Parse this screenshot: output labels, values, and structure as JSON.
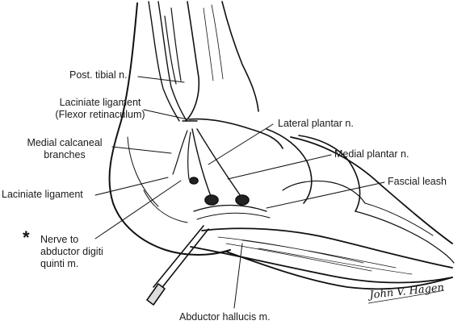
{
  "labels": {
    "post_tibial_n": "Post. tibial n.",
    "laciniate_ligament_1": "Laciniate ligament",
    "flexor_retinaculum": "(Flexor retinaculum)",
    "medial_calcaneal_1": "Medial calcaneal",
    "medial_calcaneal_2": "branches",
    "laciniate_ligament_2": "Laciniate ligament",
    "lateral_plantar_n": "Lateral plantar n.",
    "medial_plantar_n": "Medial plantar n.",
    "fascial_leash": "Fascial leash",
    "asterisk": "*",
    "nerve_to_adm_1": "Nerve to",
    "nerve_to_adm_2": "abductor digiti",
    "nerve_to_adm_3": "quinti m.",
    "abductor_hallucis": "Abductor hallucis m."
  },
  "signature": "John V. Hagen"
}
